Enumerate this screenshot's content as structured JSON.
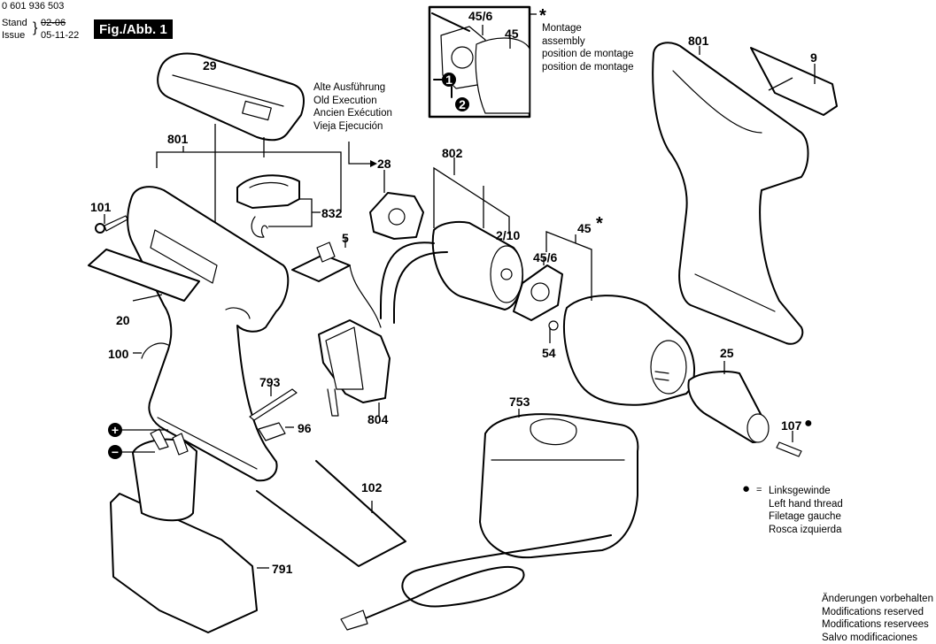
{
  "header": {
    "part_number": "0 601 936 503",
    "stand_label": "Stand",
    "issue_label": "Issue",
    "old_date": "02-06",
    "issue_date": "05-11-22",
    "figure_label": "Fig./Abb. 1"
  },
  "inset": {
    "star": "*",
    "label_45_6": "45/6",
    "label_45": "45",
    "step1": "1",
    "step2": "2",
    "assembly_note": [
      "Montage",
      "assembly",
      "position de montage",
      "position de montage"
    ]
  },
  "old_execution_note": [
    "Alte Ausführung",
    "Old Execution",
    "Ancien Exécution",
    "Vieja Ejecución"
  ],
  "parts": {
    "p29": "29",
    "p801_left": "801",
    "p101": "101",
    "p832": "832",
    "p5": "5",
    "p28": "28",
    "p802": "802",
    "p2_10": "2/10",
    "p45": "45",
    "p45_star": "*",
    "p45_6": "45/6",
    "p54": "54",
    "p20": "20",
    "p100": "100",
    "p793": "793",
    "p96": "96",
    "p804": "804",
    "p102": "102",
    "p791": "791",
    "p753": "753",
    "p25": "25",
    "p107": "107",
    "p801_right": "801",
    "p9": "9"
  },
  "battery_terminals": {
    "plus": "+",
    "minus": "−"
  },
  "legend": {
    "symbol": "●",
    "equals": "=",
    "lines": [
      "Linksgewinde",
      "Left hand thread",
      "Filetage gauche",
      "Rosca izquierda"
    ]
  },
  "footer": {
    "lines": [
      "Änderungen vorbehalten",
      "Modifications reserved",
      "Modifications reservees",
      "Salvo modificaciones"
    ]
  }
}
